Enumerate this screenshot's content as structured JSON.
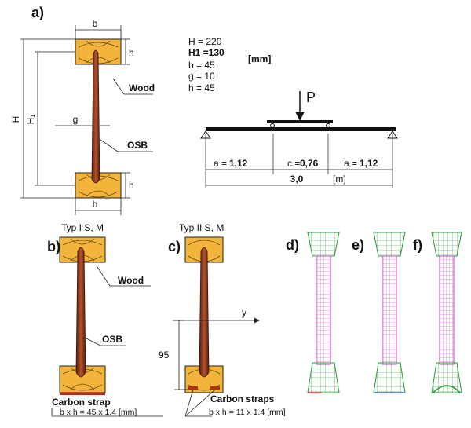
{
  "panels": {
    "a": "a)",
    "b": "b)",
    "c": "c)",
    "d": "d)",
    "e": "e)",
    "f": "f)"
  },
  "params": {
    "H": "H = 220",
    "H1": "H1  =130",
    "b": "b = 45",
    "g": "g = 10",
    "h": "h = 45",
    "unit": "[mm]"
  },
  "dims": {
    "b": "b",
    "h": "h",
    "H": "H",
    "H1": "H₁",
    "g": "g"
  },
  "labels": {
    "wood": "Wood",
    "osb": "OSB",
    "p": "P",
    "y": "y",
    "dim95": "95"
  },
  "beam": {
    "a_left_pre": "a =",
    "a_left_val": "1,12",
    "c_pre": "c =",
    "c_val": "0,76",
    "a_right_pre": "a =",
    "a_right_val": "1,12",
    "total": "3,0",
    "unit": "[m]"
  },
  "type1": {
    "title": "Typ I  S, M",
    "strap_title": "Carbon strap",
    "strap_dims": "b x h = 45  x 1.4  [mm]"
  },
  "type2": {
    "title": "Typ II  S, M",
    "strap_title": "Carbon straps",
    "strap_dims": "b x h = 11 x 1.4  [mm]"
  },
  "colors": {
    "wood": "#f2b43a",
    "web": "#8a3a1e",
    "mesh_green": "#2a9a3a",
    "mesh_pink": "#d070c8",
    "mesh_red": "#e02020",
    "mesh_blue": "#3050e0",
    "strap": "#b03020"
  }
}
